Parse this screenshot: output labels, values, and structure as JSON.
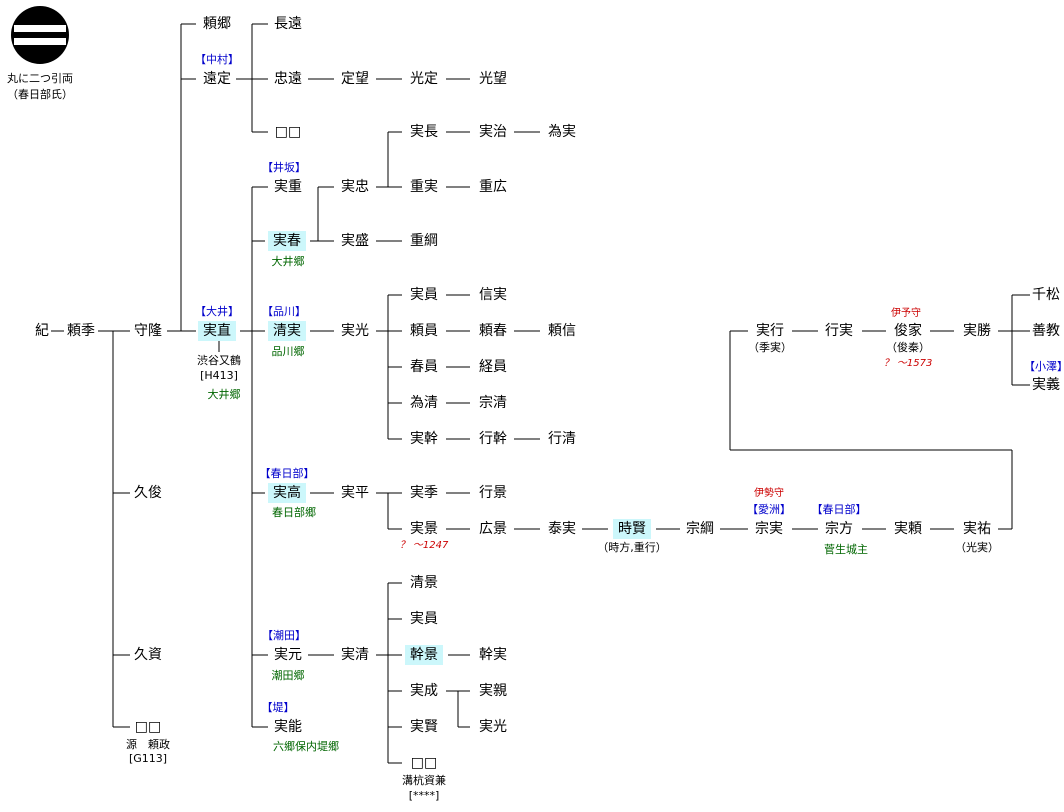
{
  "crest": {
    "name_line1": "丸に二つ引両",
    "name_line2": "（春日部氏）"
  },
  "people": {
    "ki": "紀",
    "yorisue": "頼季",
    "moritaka": "守隆",
    "hisatoshi": "久俊",
    "hisasuke": "久資",
    "unk1": "□□",
    "yorisato": "頼郷",
    "tosada": "遠定",
    "unk2": "□□",
    "nagato": "長遠",
    "tadato": "忠遠",
    "sadamochi": "定望",
    "mitsusada": "光定",
    "mitsumochi": "光望",
    "sanenao": "実直",
    "sanesige": "実重",
    "saneharu": "実春",
    "kiyozane": "清実",
    "sanetaka": "実高",
    "sanemoto": "実元",
    "saneyoshi": "実能",
    "sanetada": "実忠",
    "sanemori": "実盛",
    "sanemitsu": "実光",
    "sanehira": "実平",
    "sanekiyo": "実清",
    "sanenaga": "実長",
    "shigezane": "重実",
    "shigetsuna": "重綱",
    "sanejiro": "実治",
    "tamezane": "為実",
    "shigehiro": "重広",
    "sanekazu": "実員",
    "nobuzane": "信実",
    "yorikazu": "頼員",
    "yoriharu": "頼春",
    "yorinobu": "頼信",
    "harukazu": "春員",
    "tsunekazu": "経員",
    "tamekiyo": "為清",
    "munekiyo": "宗清",
    "sanemoto2": "実幹",
    "yukimoto": "行幹",
    "yukikiyo": "行清",
    "sanesue": "実季",
    "yukikage": "行景",
    "sanekage": "実景",
    "hirokage": "広景",
    "yasuzane": "泰実",
    "tokikata": "時賢",
    "munetsuna": "宗綱",
    "munezane": "宗実",
    "munekata": "宗方",
    "saneyori": "実頼",
    "sanesuke": "実祐",
    "kiyokage": "清景",
    "sanekazu2": "実員",
    "motokage": "幹景",
    "motozane": "幹実",
    "sanenari": "実成",
    "sanechika": "実親",
    "sanekata": "実賢",
    "sanemitsu2": "実光",
    "unk3": "□□",
    "sanetsura": "実行",
    "yukizane": "行実",
    "toshiie": "俊家",
    "sanekatsu": "実勝",
    "chimatsu": "千松",
    "zenkyo": "善教",
    "saneyoshi2": "実義"
  },
  "notes": {
    "minamoto": "源　頼政",
    "g113": "[G113]",
    "nakamura": "【中村】",
    "oi": "【大井】",
    "shibuya": "渋谷又鶴",
    "h413": "[H413]",
    "oigo1": "大井郷",
    "isaka": "【井坂】",
    "oigo2": "大井郷",
    "shinagawa": "【品川】",
    "shinagawago": "品川郷",
    "kasukabe1": "【春日部】",
    "kasukabego": "春日部郷",
    "shiota": "【潮田】",
    "shiotago": "潮田郷",
    "tsutsumi": "【堤】",
    "rokugo": "六郷保内堤郷",
    "date1247": "？ ～1247",
    "tokikata_alias": "（時方,重行）",
    "mizokui": "溝杭資兼",
    "stars": "[****]",
    "isenokami": "伊勢守",
    "aisu": "【愛洲】",
    "kasukabe2": "【春日部】",
    "sugou": "菅生城主",
    "sanesuke_alias": "（光実）",
    "sanetsura_alias": "（季実）",
    "iyonokami": "伊予守",
    "toshiie_alias": "（俊秦）",
    "date1573": "？ ～1573",
    "ozawa": "【小澤】"
  }
}
